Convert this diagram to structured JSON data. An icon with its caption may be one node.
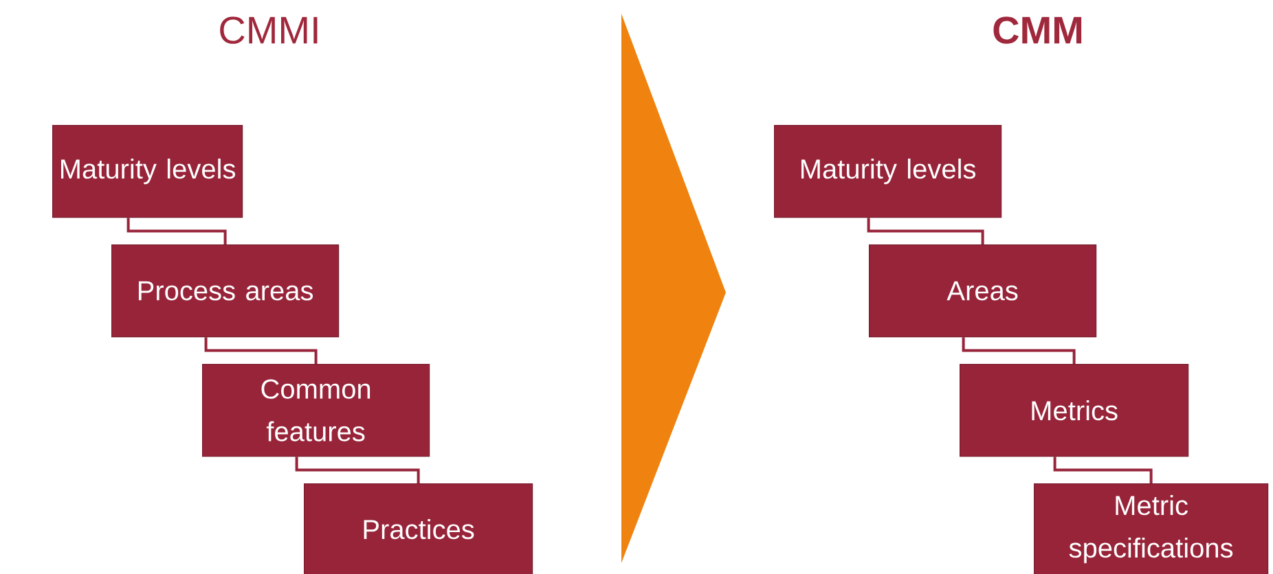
{
  "diagram": {
    "nodes": [
      {
        "text": [
          "Maturity levels"
        ]
      },
      {
        "text": [
          "Process areas"
        ]
      },
      {
        "text": [
          "Common features"
        ]
      },
      {
        "text": [
          "Practices"
        ]
      },
      {
        "text": [
          "Maturity levels"
        ]
      },
      {
        "text": [
          "Areas"
        ]
      },
      {
        "text": [
          "Metrics"
        ]
      },
      {
        "text": [
          "Metric specifications"
        ]
      }
    ],
    "edges": [
      {
        "from": 0,
        "to": 1,
        "arrow": "none"
      },
      {
        "from": 1,
        "to": 2,
        "arrow": "none"
      },
      {
        "from": 2,
        "to": 3,
        "arrow": "none"
      },
      {
        "from": 4,
        "to": 5,
        "arrow": "none"
      },
      {
        "from": 5,
        "to": 6,
        "arrow": "none"
      },
      {
        "from": 6,
        "to": 7,
        "arrow": "none"
      }
    ],
    "labels": [
      "CMMI",
      "CMM"
    ]
  }
}
